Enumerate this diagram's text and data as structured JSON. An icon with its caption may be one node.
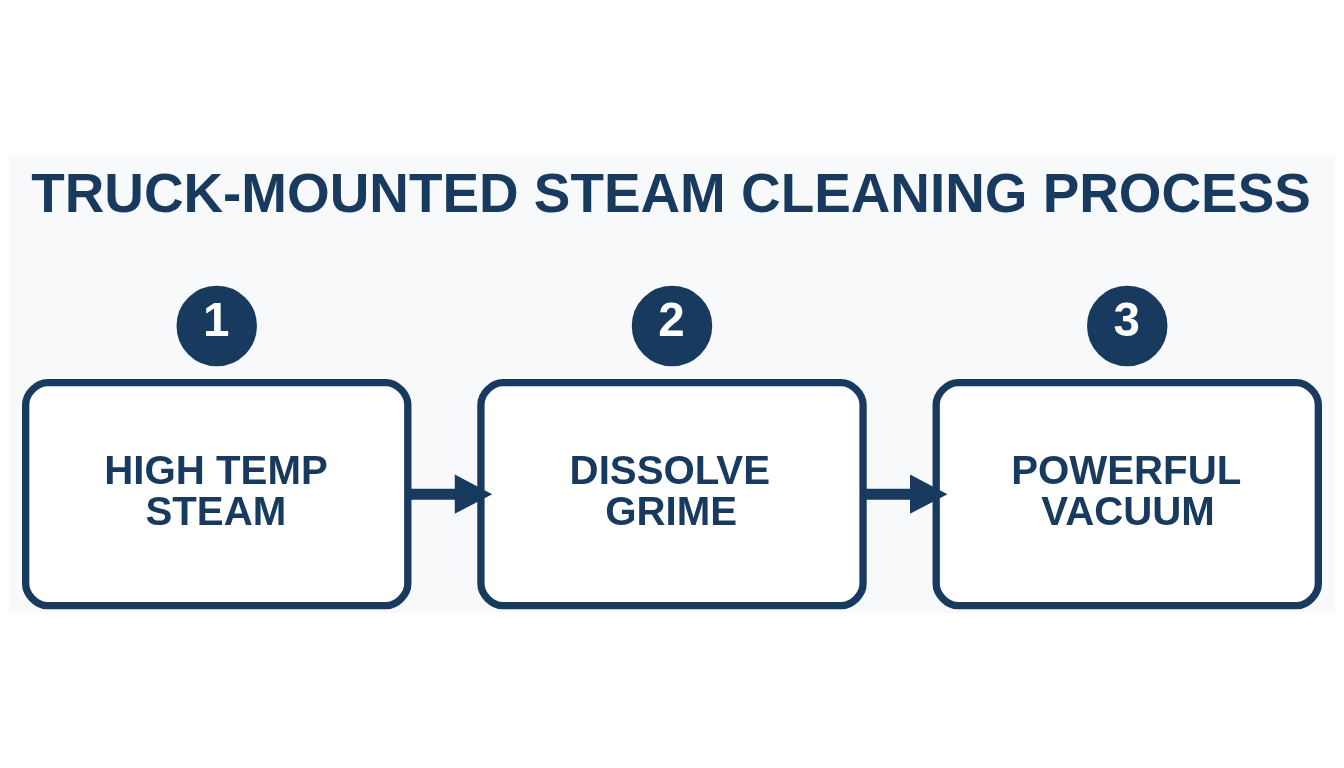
{
  "diagram": {
    "title": "TRUCK-MOUNTED STEAM CLEANING PROCESS",
    "nodes": [
      {
        "text": [
          "1"
        ]
      },
      {
        "text": [
          "HIGH TEMP STEAM"
        ]
      },
      {
        "text": [
          "2"
        ]
      },
      {
        "text": [
          "DISSOLVE GRIME"
        ]
      },
      {
        "text": [
          "3"
        ]
      },
      {
        "text": [
          "POWERFUL VACUUM"
        ]
      }
    ],
    "edges": [
      {
        "from": 1,
        "to": 3,
        "arrow": "to"
      },
      {
        "from": 3,
        "to": 5,
        "arrow": "to"
      }
    ]
  }
}
